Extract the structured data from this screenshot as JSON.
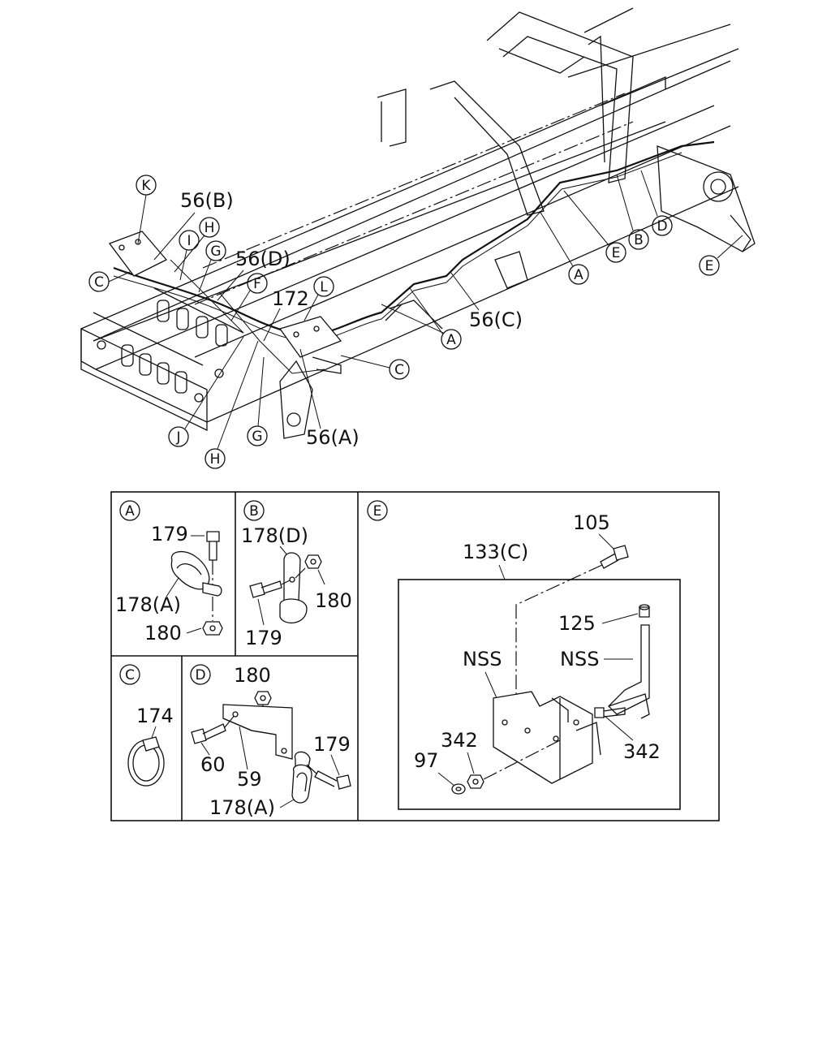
{
  "callouts": {
    "k": "K",
    "b_top": "56(B)",
    "h_top": "H",
    "i_top": "I",
    "g_top": "G",
    "d56": "56(D)",
    "c_left": "C",
    "f": "F",
    "l": "L",
    "p172": "172",
    "a_mid": "A",
    "c_mid": "C",
    "c56": "56(C)",
    "a_right": "A",
    "e_right": "E",
    "b_right": "B",
    "d_right": "D",
    "e_far": "E",
    "j": "J",
    "h_bot": "H",
    "g_bot": "G",
    "a56": "56(A)"
  },
  "panels": {
    "a": {
      "tag": "A",
      "labels": {
        "bolt": "179",
        "clip": "178(A)",
        "nut": "180"
      }
    },
    "b": {
      "tag": "B",
      "labels": {
        "clip": "178(D)",
        "nut": "180",
        "bolt": "179"
      }
    },
    "c": {
      "tag": "C",
      "labels": {
        "band": "174"
      }
    },
    "d": {
      "tag": "D",
      "labels": {
        "nut": "180",
        "bolt60": "60",
        "bracket": "59",
        "bolt179": "179",
        "clip": "178(A)"
      }
    },
    "e": {
      "tag": "E",
      "labels": {
        "bolt": "105",
        "assy": "133(C)",
        "pin": "125",
        "nss_left": "NSS",
        "nss_right": "NSS",
        "bolt342r": "342",
        "nut342": "342",
        "washer": "97"
      }
    }
  }
}
